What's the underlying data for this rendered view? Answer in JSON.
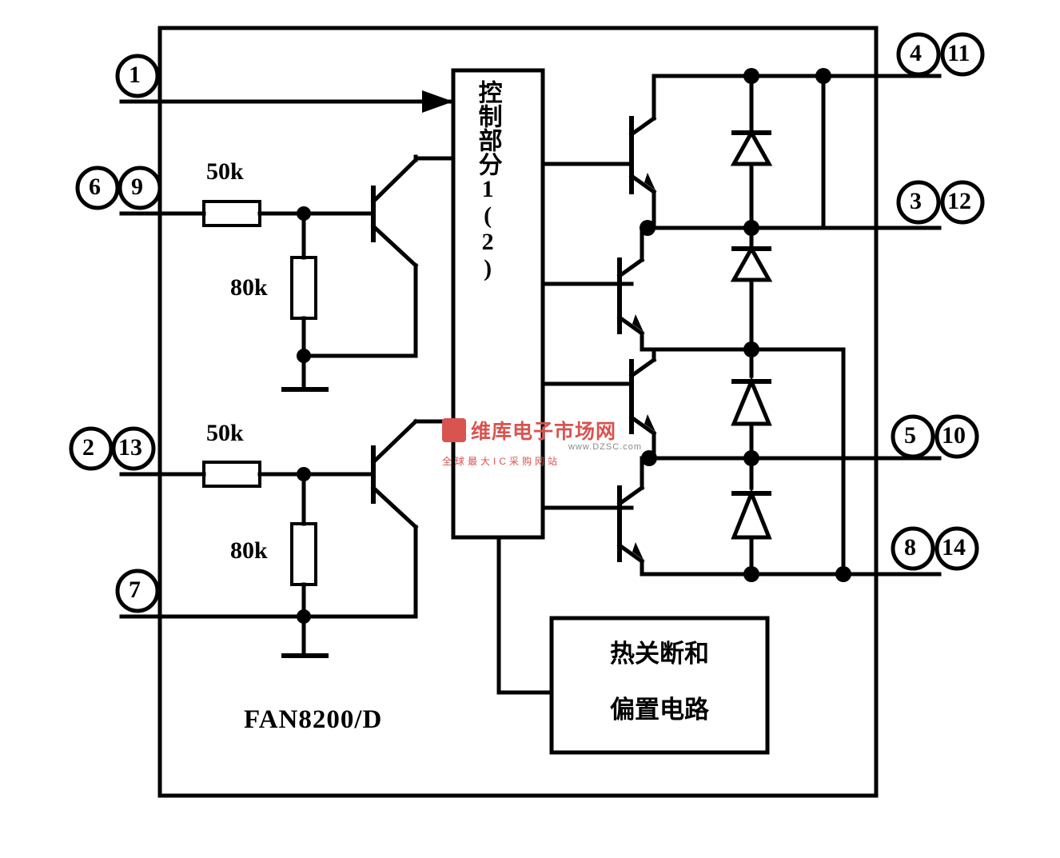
{
  "diagram": {
    "title_label": "FAN8200/D",
    "control_block_text": "控制部分1(2)",
    "thermal_block_line1": "热关断和",
    "thermal_block_line2": "偏置电路",
    "resistors": [
      {
        "value": "50k"
      },
      {
        "value": "80k"
      },
      {
        "value": "50k"
      },
      {
        "value": "80k"
      }
    ],
    "pins_left": [
      {
        "numbers": [
          "1"
        ]
      },
      {
        "numbers": [
          "6",
          "9"
        ]
      },
      {
        "numbers": [
          "2",
          "13"
        ]
      },
      {
        "numbers": [
          "7"
        ]
      }
    ],
    "pins_right": [
      {
        "numbers": [
          "4",
          "11"
        ]
      },
      {
        "numbers": [
          "3",
          "12"
        ]
      },
      {
        "numbers": [
          "5",
          "10"
        ]
      },
      {
        "numbers": [
          "8",
          "14"
        ]
      }
    ],
    "pin_1": "1",
    "pin_6": "6",
    "pin_9": "9",
    "pin_2": "2",
    "pin_13": "13",
    "pin_7": "7",
    "pin_4": "4",
    "pin_11": "11",
    "pin_3": "3",
    "pin_12": "12",
    "pin_5": "5",
    "pin_10": "10",
    "pin_8": "8",
    "pin_14": "14",
    "watermark": {
      "main": "维库电子市场网",
      "sub": "全球最大IC采购网站",
      "domain": "www.DZSC.com"
    }
  }
}
